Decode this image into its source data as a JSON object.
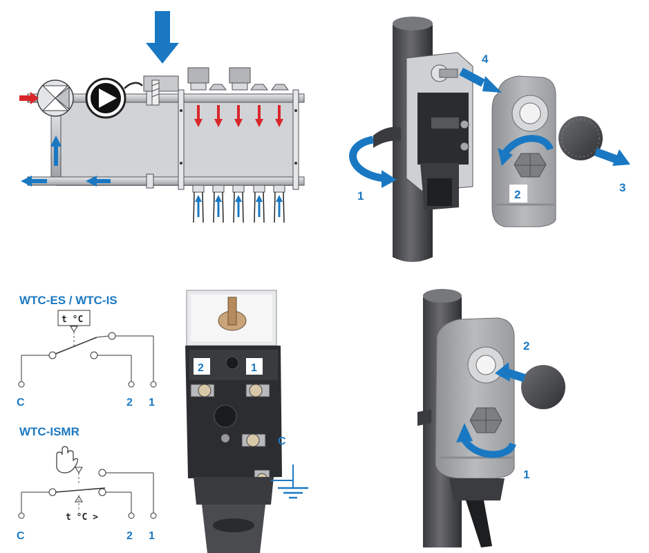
{
  "colors": {
    "accent_blue": "#1a78c2",
    "hot_red": "#d9262b",
    "pipe_grey": "#c9cbce",
    "housing_grey": "#a9abae",
    "dark_grey": "#4a4b4f"
  },
  "icons": {
    "pump": "pump-icon",
    "mixing_valve": "mixing-valve-icon",
    "hand": "manual-reset-hand-icon",
    "ground": "ground-symbol-icon"
  },
  "installation": {
    "step_1": "1",
    "step_2": "2",
    "step_3": "3",
    "step_4": "4"
  },
  "wiring": {
    "es_is_title": "WTC-ES / WTC-IS",
    "ismr_title": "WTC-ISMR",
    "sensor_label": "t °C",
    "sensor_label_reset": "t °C >",
    "terminal_c": "C",
    "terminal_2": "2",
    "terminal_1": "1"
  },
  "terminal_photo": {
    "badge_2": "2",
    "badge_1": "1",
    "label_c": "C"
  },
  "mounted": {
    "step_1": "1",
    "step_2": "2"
  }
}
